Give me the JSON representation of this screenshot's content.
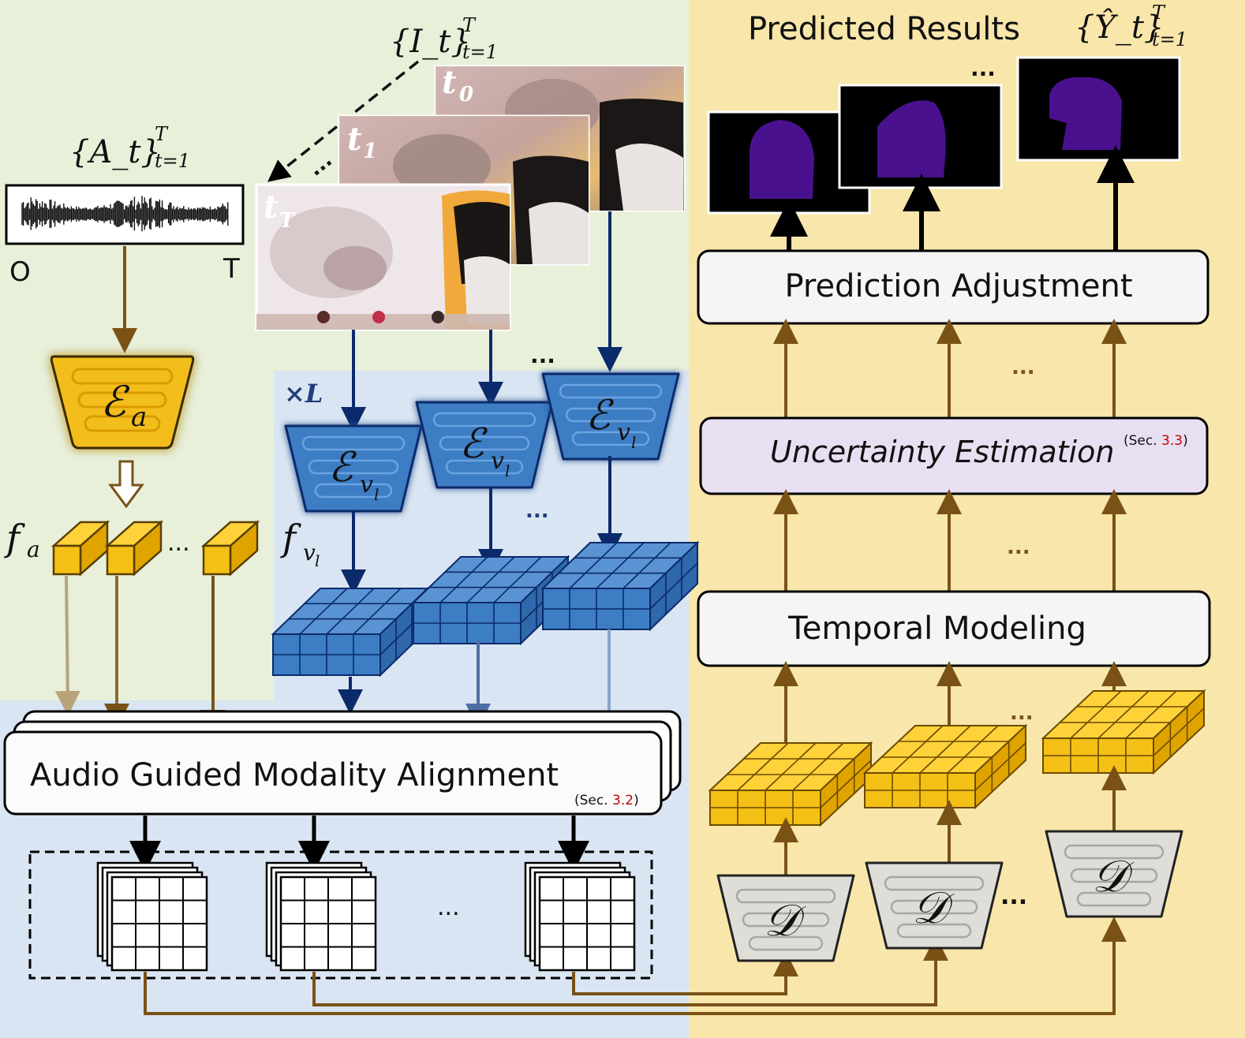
{
  "inputs": {
    "audio_label": "{A_t}",
    "audio_sup": "T",
    "audio_sub": "t=1",
    "audio_start": "O",
    "audio_end": "T",
    "frames_label": "{I_t}",
    "frames_sup": "T",
    "frames_sub": "t=1",
    "frame_labels": [
      "t",
      "t",
      "t"
    ],
    "frame_subs": [
      "0",
      "1",
      "T"
    ]
  },
  "encoders": {
    "audio": "ℰ",
    "audio_sub": "a",
    "visual": "ℰ",
    "visual_sub": "v",
    "visual_subsub": "l",
    "repeat": "×L"
  },
  "features": {
    "audio": "f",
    "audio_sub": "a",
    "visual": "f",
    "visual_sub": "v",
    "visual_subsub": "l"
  },
  "modules": {
    "alignment": "Audio Guided Modality Alignment",
    "alignment_ref_prefix": "(Sec. ",
    "alignment_ref": "3.2",
    "alignment_ref_suffix": ")",
    "temporal": "Temporal Modeling",
    "uncertainty": "Uncertainty Estimation",
    "uncertainty_ref_prefix": "(Sec. ",
    "uncertainty_ref": "3.3",
    "uncertainty_ref_suffix": ")",
    "prediction": "Prediction Adjustment",
    "decoder": "𝒟"
  },
  "outputs": {
    "title": "Predicted Results",
    "label": "{Ŷ_t}",
    "sup": "T",
    "sub": "t=1"
  },
  "ellipsis": "...",
  "colors": {
    "green_bg": "#e8f0da",
    "blue_bg": "#d9e5f2",
    "yellow_bg": "#f8e6ab",
    "brown_arrow": "#7a5216",
    "navy_arrow": "#0b2a6b",
    "audio_cube": "#f5c015",
    "visual_cube": "#3d7dc4",
    "mask_purple": "#4a118f",
    "uncertainty_fill": "#e9dff3",
    "ref_red": "#c00000"
  }
}
